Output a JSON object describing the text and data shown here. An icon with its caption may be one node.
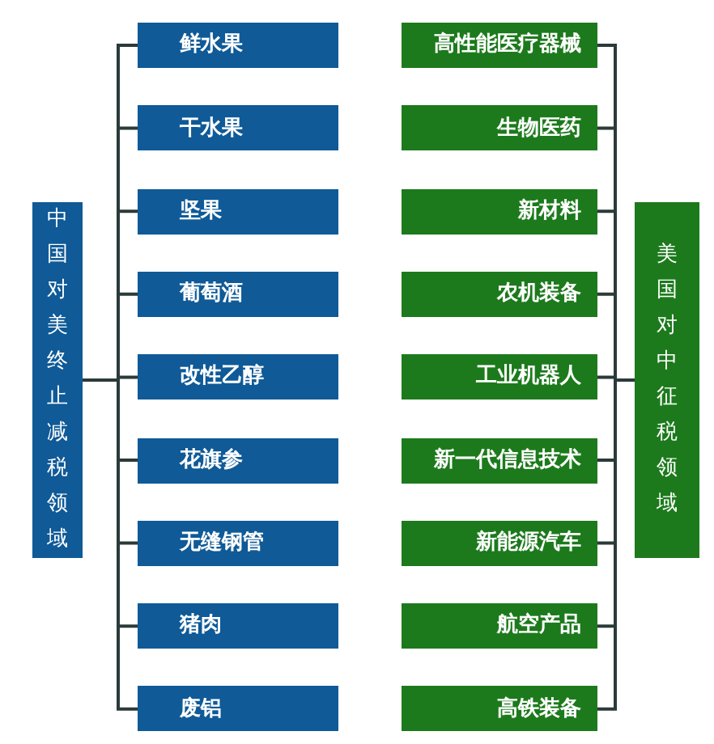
{
  "diagram": {
    "nodes": [
      {
        "text": [
          "中国对美终止减税领域"
        ]
      },
      {
        "text": [
          "鲜水果"
        ]
      },
      {
        "text": [
          "干水果"
        ]
      },
      {
        "text": [
          "坚果"
        ]
      },
      {
        "text": [
          "葡萄酒"
        ]
      },
      {
        "text": [
          "改性乙醇"
        ]
      },
      {
        "text": [
          "花旗参"
        ]
      },
      {
        "text": [
          "无缝钢管"
        ]
      },
      {
        "text": [
          "猪肉"
        ]
      },
      {
        "text": [
          "废铝"
        ]
      },
      {
        "text": [
          "美国对中征税领域"
        ]
      },
      {
        "text": [
          "高性能医疗器械"
        ]
      },
      {
        "text": [
          "生物医药"
        ]
      },
      {
        "text": [
          "新材料"
        ]
      },
      {
        "text": [
          "农机装备"
        ]
      },
      {
        "text": [
          "工业机器人"
        ]
      },
      {
        "text": [
          "新一代信息技术"
        ]
      },
      {
        "text": [
          "新能源汽车"
        ]
      },
      {
        "text": [
          "航空产品"
        ]
      },
      {
        "text": [
          "高铁装备"
        ]
      }
    ],
    "edges": [
      {
        "from": 0,
        "to": 1,
        "arrow": "none"
      },
      {
        "from": 0,
        "to": 2,
        "arrow": "none"
      },
      {
        "from": 0,
        "to": 3,
        "arrow": "none"
      },
      {
        "from": 0,
        "to": 4,
        "arrow": "none"
      },
      {
        "from": 0,
        "to": 5,
        "arrow": "none"
      },
      {
        "from": 0,
        "to": 6,
        "arrow": "none"
      },
      {
        "from": 0,
        "to": 7,
        "arrow": "none"
      },
      {
        "from": 0,
        "to": 8,
        "arrow": "none"
      },
      {
        "from": 0,
        "to": 9,
        "arrow": "none"
      },
      {
        "from": 10,
        "to": 11,
        "arrow": "none"
      },
      {
        "from": 10,
        "to": 12,
        "arrow": "none"
      },
      {
        "from": 10,
        "to": 13,
        "arrow": "none"
      },
      {
        "from": 10,
        "to": 14,
        "arrow": "none"
      },
      {
        "from": 10,
        "to": 15,
        "arrow": "none"
      },
      {
        "from": 10,
        "to": 16,
        "arrow": "none"
      },
      {
        "from": 10,
        "to": 17,
        "arrow": "none"
      },
      {
        "from": 10,
        "to": 18,
        "arrow": "none"
      },
      {
        "from": 10,
        "to": 19,
        "arrow": "none"
      }
    ]
  }
}
